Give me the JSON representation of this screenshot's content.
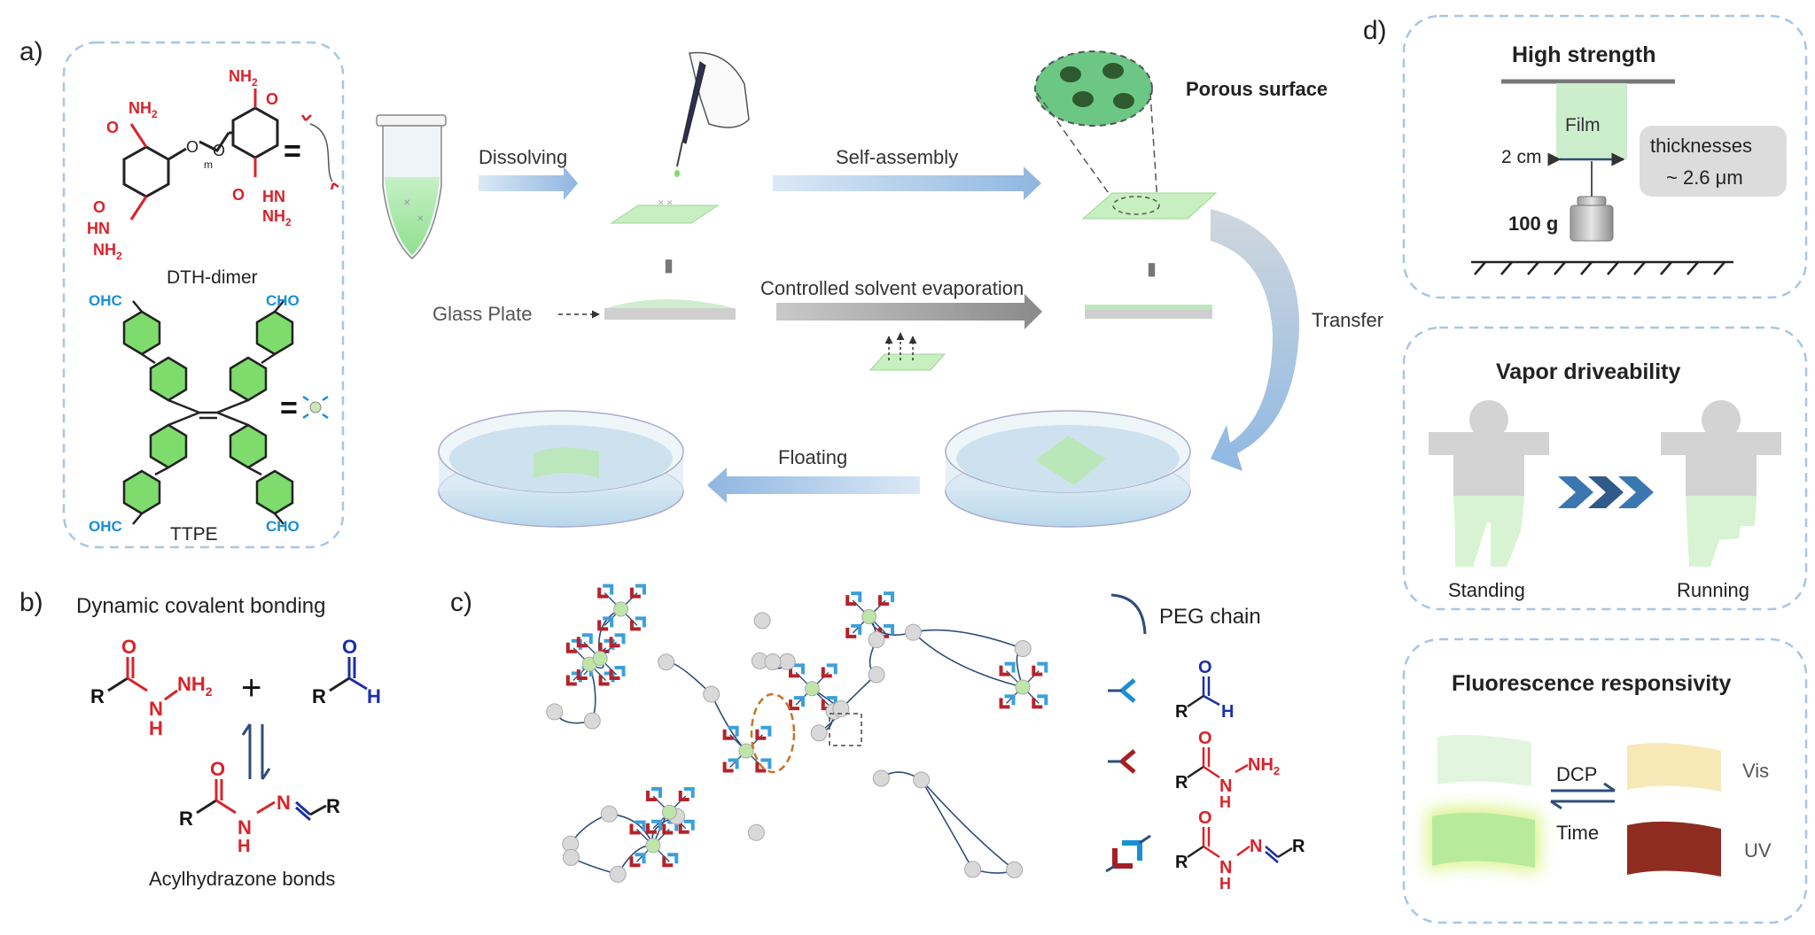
{
  "panel_labels": {
    "a": "a)",
    "b": "b)",
    "c": "c)",
    "d": "d)"
  },
  "panel_a": {
    "dth_dimer_label": "DTH-dimer",
    "ttpe_label": "TTPE",
    "nh2": "NH",
    "sub2": "2",
    "hn": "HN",
    "o": "O",
    "m": "m",
    "ohc": "OHC",
    "cho": "CHO",
    "dissolving": "Dissolving",
    "self_assembly": "Self-assembly",
    "porous_surface": "Porous surface",
    "glass_plate": "Glass Plate",
    "controlled_evaporation": "Controlled solvent evaporation",
    "transfer": "Transfer",
    "floating": "Floating",
    "equals": "="
  },
  "panel_b": {
    "title": "Dynamic covalent bonding",
    "r": "R",
    "h": "H",
    "n": "N",
    "plus": "+",
    "product_label": "Acylhydrazone bonds"
  },
  "panel_c": {
    "legend_peg": "PEG chain"
  },
  "panel_d": {
    "high_strength_title": "High strength",
    "film": "Film",
    "width": "2 cm",
    "thickness_line1": "thicknesses",
    "thickness_line2": "~ 2.6 μm",
    "weight": "100 g",
    "vapor_title": "Vapor driveability",
    "standing": "Standing",
    "running": "Running",
    "fluor_title": "Fluorescence responsivity",
    "dcp": "DCP",
    "time": "Time",
    "vis": "Vis",
    "uv": "UV"
  },
  "colors": {
    "red": "#d9232a",
    "blue": "#1a8fd6",
    "dark_blue": "#1b2fa8",
    "green": "#7ddc6b",
    "light_green": "#cfeecf",
    "dash_border": "#a8c6e4",
    "navy": "#2f4d7a",
    "yellow": "#f6e6b4",
    "brown": "#8e2d1f"
  }
}
